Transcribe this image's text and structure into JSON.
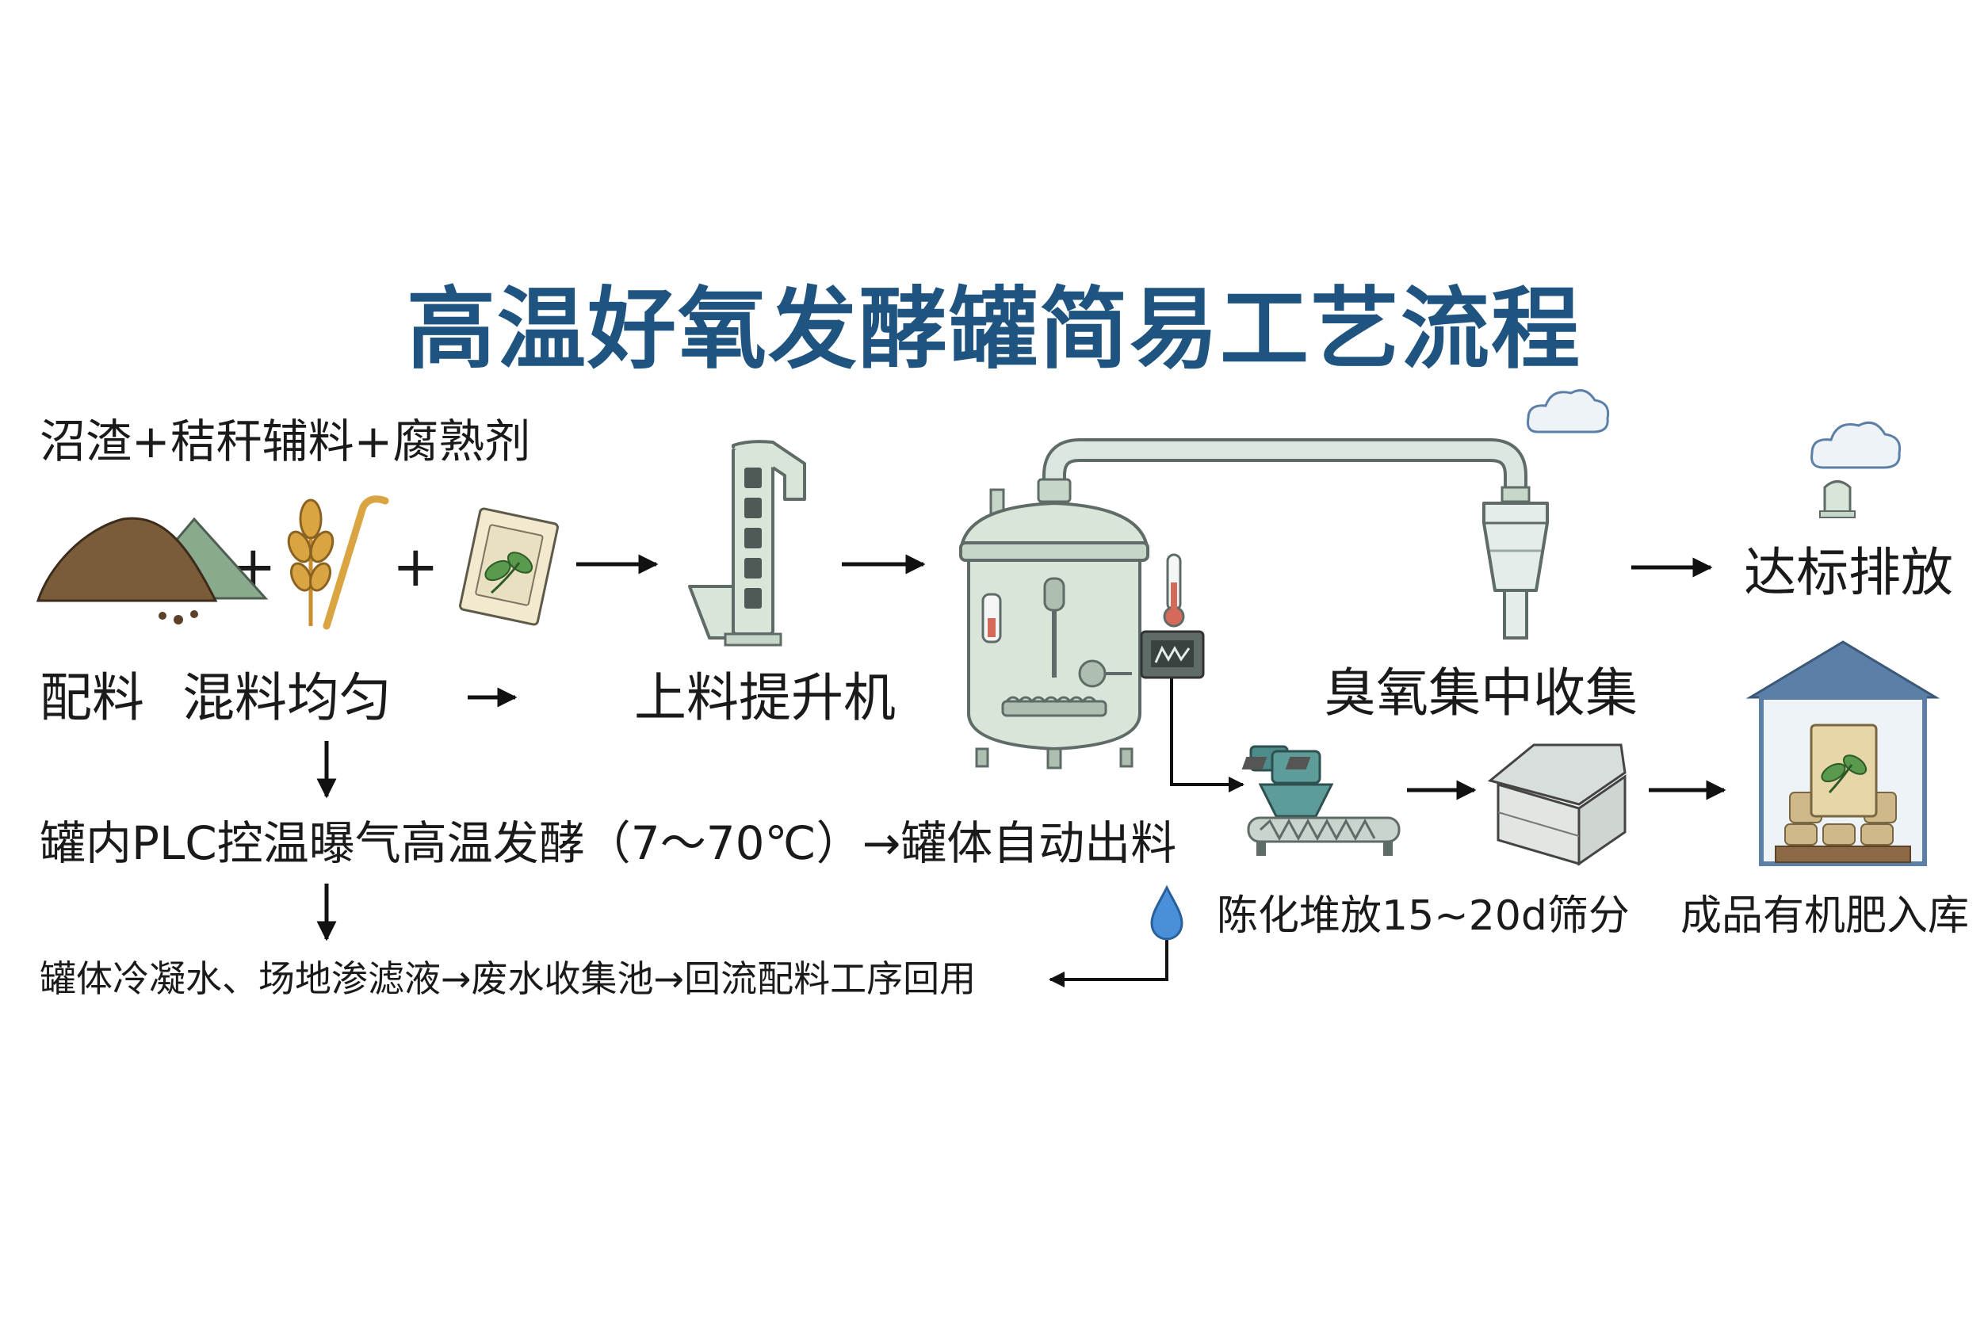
{
  "title": "高温好氧发酵罐简易工艺流程",
  "materials_label": "沼渣+秸秆辅料+腐熟剂",
  "plus_symbol": "+",
  "arrow_right": "→",
  "arrow_down": "↓",
  "step_labels": {
    "batching": "配料",
    "mixing": "混料均匀",
    "elevator": "上料提升机",
    "ozone": "臭氧集中收集",
    "discharge": "达标排放",
    "fermentation": "罐内PLC控温曝气高温发酵（7～70℃）→罐体自动出料",
    "aging": "陈化堆放15~20d筛分",
    "storage": "成品有机肥入库",
    "wastewater": "罐体冷凝水、场地渗滤液→废水收集池→回流配料工序回用"
  },
  "colors": {
    "title": "#1f5480",
    "equipment_fill": "#d7e6d8",
    "equipment_stroke": "#5e6b66",
    "soil": "#7a5b3a",
    "straw": "#d9a441",
    "leaf": "#5a9a4d",
    "warehouse_roof": "#5b7fa6",
    "water_drop": "#4a90d9"
  },
  "icons": [
    "soil-pile-icon",
    "straw-icon",
    "inoculant-bag-icon",
    "bucket-elevator-icon",
    "fermentation-tank-icon",
    "thermometer-icon",
    "plc-control-icon",
    "pipe-icon",
    "cyclone-filter-icon",
    "cloud-icon",
    "chimney-icon",
    "screw-conveyor-icon",
    "sieve-machine-icon",
    "warehouse-icon",
    "water-drop-icon"
  ]
}
